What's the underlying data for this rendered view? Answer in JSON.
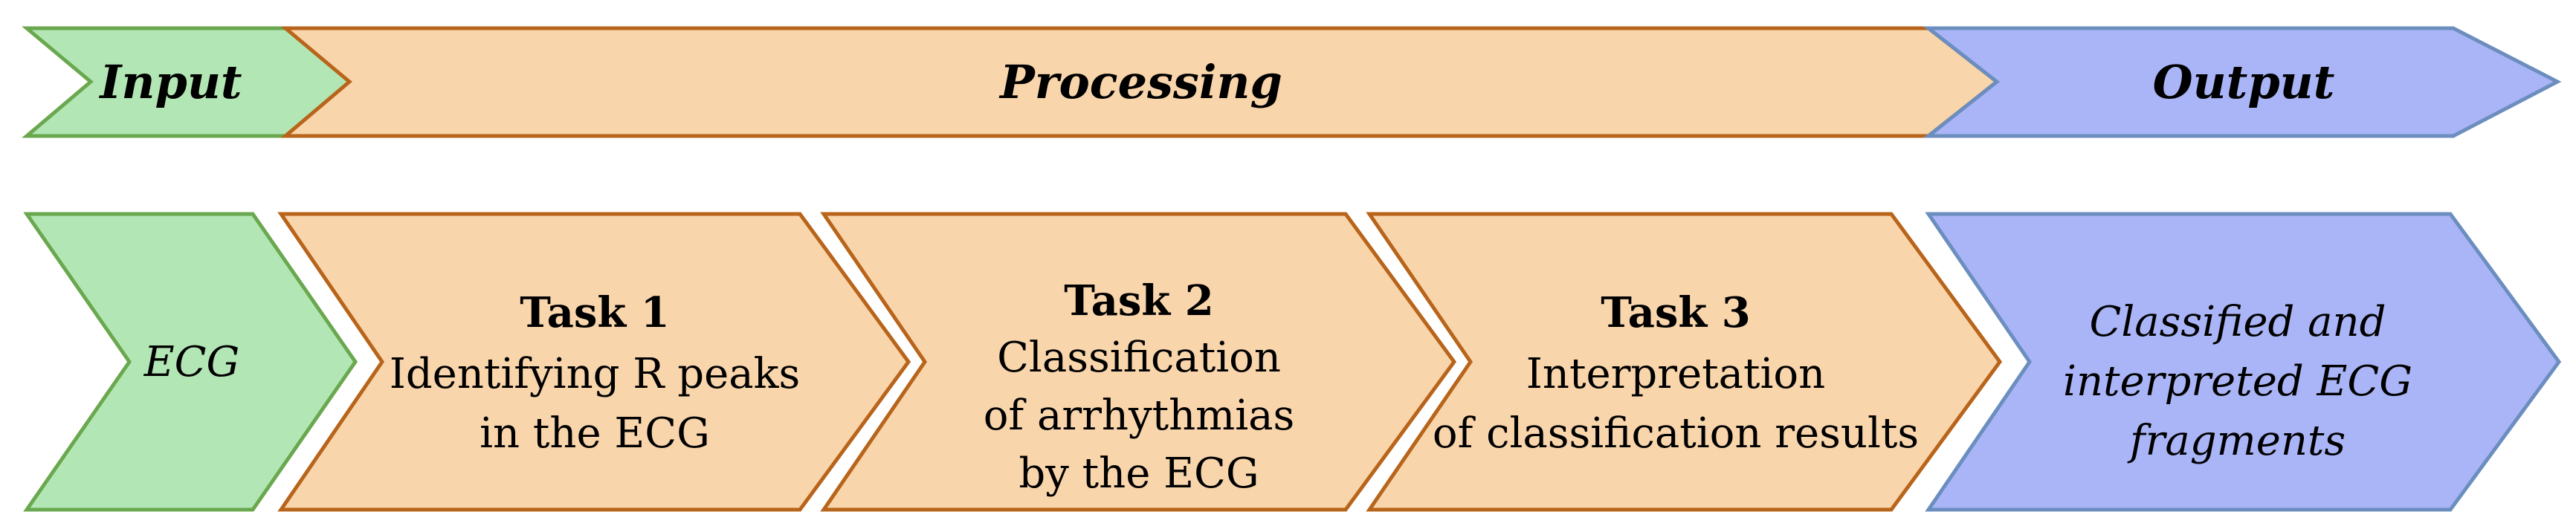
{
  "colors": {
    "input_fill": "#b3e6b5",
    "input_stroke": "#6aa84f",
    "processing_fill": "#f9d5ac",
    "processing_stroke": "#b8641a",
    "output_fill": "#aab5f7",
    "output_stroke": "#6c8ebf"
  },
  "header": {
    "input_label": "Input",
    "processing_label": "Processing",
    "output_label": "Output"
  },
  "steps": {
    "input": {
      "label": "ECG"
    },
    "task1": {
      "title": "Task 1",
      "lines": [
        "Identifying R peaks",
        "in the ECG"
      ]
    },
    "task2": {
      "title": "Task 2",
      "lines": [
        "Classification",
        "of arrhythmias",
        "by the ECG"
      ]
    },
    "task3": {
      "title": "Task 3",
      "lines": [
        "Interpretation",
        "of classification results"
      ]
    },
    "output": {
      "lines": [
        "Classified and",
        "interpreted ECG",
        "fragments"
      ]
    }
  }
}
